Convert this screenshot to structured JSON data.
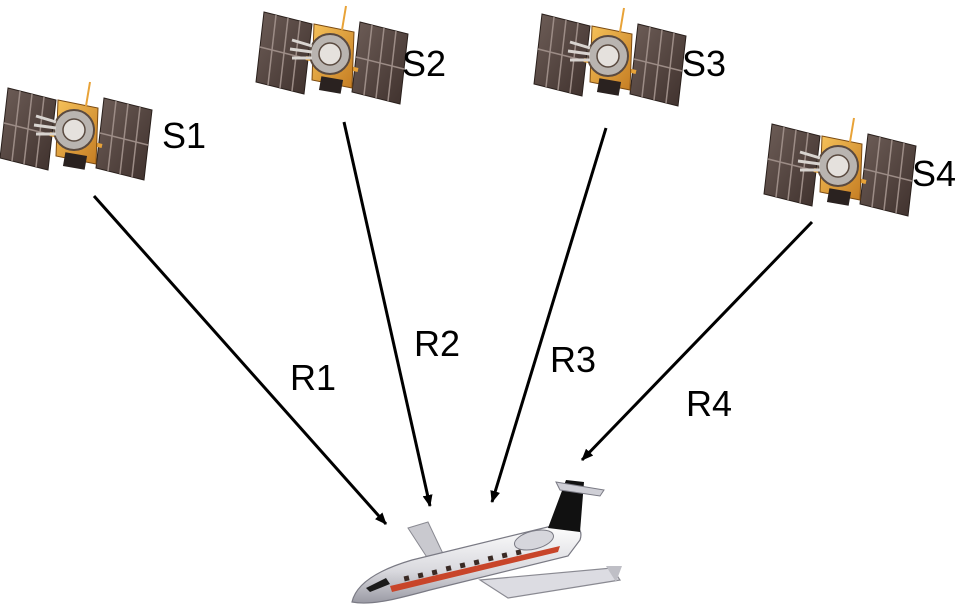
{
  "satellites": [
    {
      "label": "S1"
    },
    {
      "label": "S2"
    },
    {
      "label": "S3"
    },
    {
      "label": "S4"
    }
  ],
  "ranges": [
    {
      "label": "R1"
    },
    {
      "label": "R2"
    },
    {
      "label": "R3"
    },
    {
      "label": "R4"
    }
  ],
  "colors": {
    "panel_dark": "#4a3a34",
    "panel_mid": "#7a6a64",
    "body_gold": "#e8a338",
    "fuselage": "#e8e8ea",
    "cheatline": "#c8452a",
    "tail": "#111111",
    "arrow": "#000000"
  }
}
